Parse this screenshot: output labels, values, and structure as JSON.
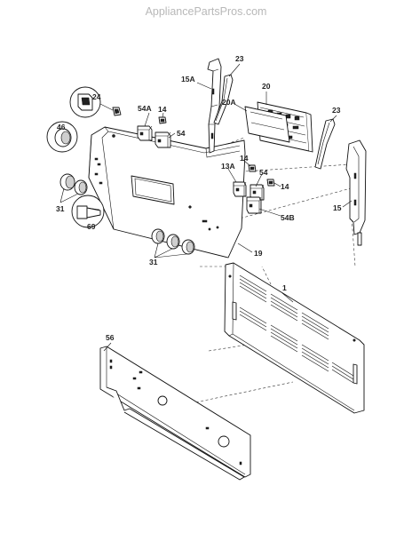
{
  "watermark": "AppliancePartsPros.com",
  "callouts": {
    "c24": "24",
    "c46": "46",
    "c69": "69",
    "c31a": "31",
    "c31b": "31",
    "c54A": "54A",
    "c14a": "14",
    "c54a": "54",
    "c15A": "15A",
    "c23a": "23",
    "c20": "20",
    "c20A": "20A",
    "c23b": "23",
    "c13A": "13A",
    "c14b": "14",
    "c54b": "54",
    "c14c": "14",
    "c54B": "54B",
    "c15": "15",
    "c19": "19",
    "c1": "1",
    "c56": "56"
  },
  "icons": {
    "detail_bubbles": [
      "rocker-switch-icon",
      "knob-cap-icon",
      "screw-icon"
    ]
  }
}
